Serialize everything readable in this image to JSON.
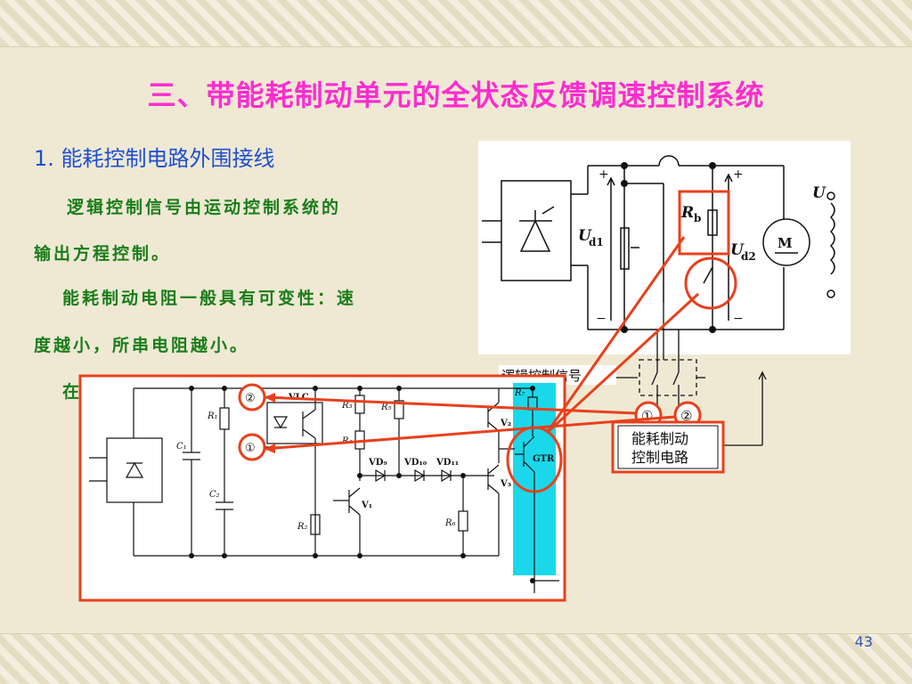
{
  "title": "三、带能耗制动单元的全状态反馈调速控制系统",
  "subtitle": "1. 能耗控制电路外围接线",
  "paragraphs": [
    "逻辑控制信号由运动控制系统的",
    "输出方程控制。",
    "能耗制动电阻一般具有可变性：速",
    "度越小，所串电阻越小。",
    "在"
  ],
  "page_number": "43",
  "diagram_top": {
    "plus_left": "+",
    "minus_left": "−",
    "plus_right": "+",
    "minus_right": "−",
    "ud1": "U",
    "ud1_sub": "d1",
    "ud2": "U",
    "ud2_sub": "d2",
    "rb": "R",
    "rb_sub": "b",
    "motor": "M",
    "u_label": "U",
    "signal_label": "逻辑控制信号",
    "circle1": "①",
    "circle2": "②",
    "control_box_line1": "能耗制动",
    "control_box_line2": "控制电路"
  },
  "diagram_bottom": {
    "node2": "②",
    "node1": "①",
    "vlc": "VLC",
    "r1": "R₁",
    "c1": "C₁",
    "c2": "C₂",
    "r2": "R₂",
    "r3": "R₃",
    "r4": "R₄",
    "r5": "R₅",
    "r6": "R₆",
    "r7": "R₇",
    "v1": "V₁",
    "v2": "V₂",
    "v3": "V₃",
    "vd9": "VD₉",
    "vd10": "VD₁₀",
    "vd11": "VD₁₁",
    "gtr": "GTR"
  },
  "colors": {
    "title": "#ff2ccf",
    "subtitle": "#1d4fd0",
    "text": "#1a7d1a",
    "highlight": "#e8401c",
    "cyan": "#1ad8ea"
  }
}
